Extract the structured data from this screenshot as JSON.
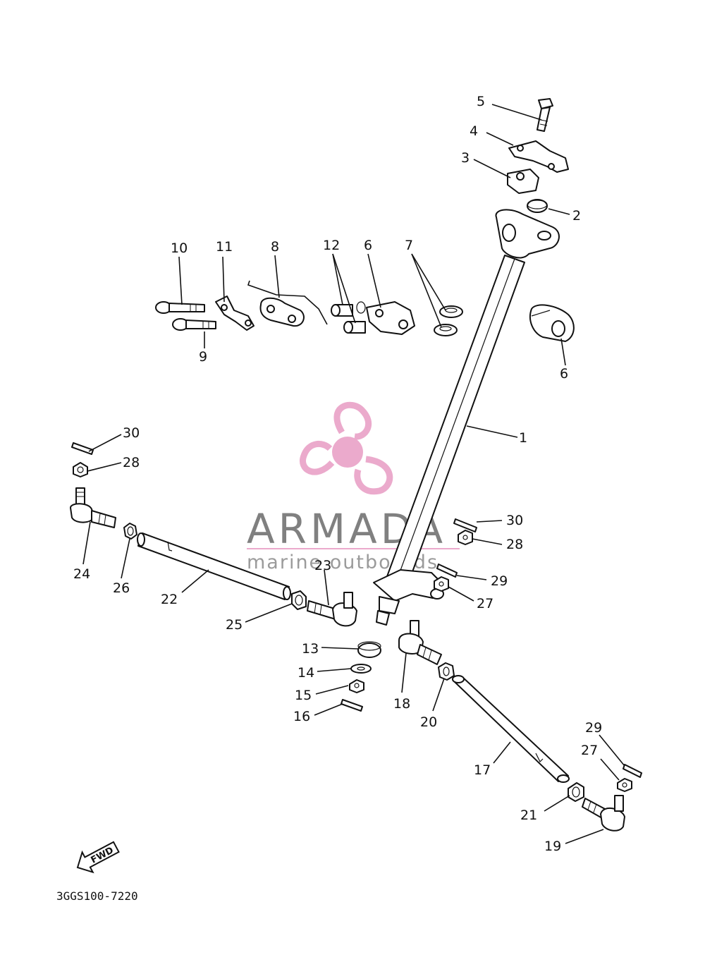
{
  "diagram": {
    "code": "3GGS100-7220",
    "fwd_label": "FWD",
    "watermark": {
      "brand": "ARMADA",
      "tagline": "marine outboards",
      "accent_color": "#e89cc4",
      "logo_icon": "propeller-icon"
    },
    "callouts": [
      "1",
      "2",
      "3",
      "4",
      "5",
      "6",
      "7",
      "8",
      "9",
      "10",
      "11",
      "12",
      "13",
      "14",
      "15",
      "16",
      "17",
      "18",
      "19",
      "20",
      "21",
      "22",
      "23",
      "24",
      "25",
      "26",
      "27",
      "28",
      "29",
      "30"
    ],
    "parts": {
      "p1": "1",
      "p2": "2",
      "p3": "3",
      "p4": "4",
      "p5": "5",
      "p6a": "6",
      "p6b": "6",
      "p7": "7",
      "p8": "8",
      "p9": "9",
      "p10": "10",
      "p11": "11",
      "p12": "12",
      "p13": "13",
      "p14": "14",
      "p15": "15",
      "p16": "16",
      "p17": "17",
      "p18": "18",
      "p19": "19",
      "p20": "20",
      "p21": "21",
      "p22": "22",
      "p23": "23",
      "p24": "24",
      "p25": "25",
      "p26": "26",
      "p27a": "27",
      "p27b": "27",
      "p28a": "28",
      "p28b": "28",
      "p29a": "29",
      "p29b": "29",
      "p30a": "30",
      "p30b": "30"
    }
  }
}
